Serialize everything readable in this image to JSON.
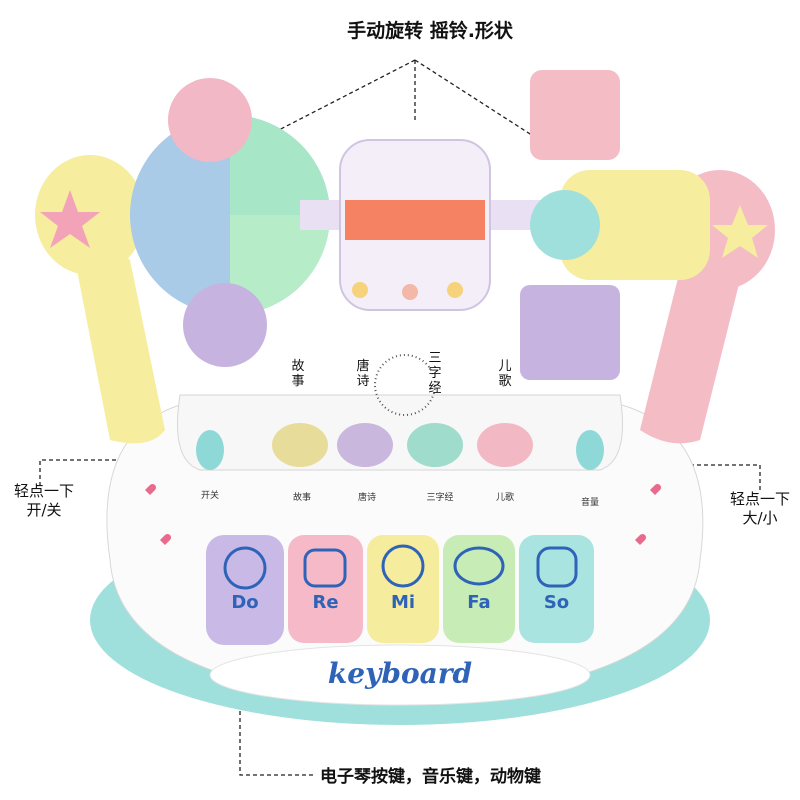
{
  "callouts": {
    "top": "手动旋转 摇铃.形状",
    "bottom": "电子琴按键，音乐键，动物键",
    "left_line1": "轻点一下",
    "left_line2": "开/关",
    "right_line1": "轻点一下",
    "right_line2": "大/小"
  },
  "function_buttons": [
    {
      "label": "故事",
      "color": "#e8dc9a"
    },
    {
      "label": "唐诗",
      "color": "#c9b7de"
    },
    {
      "label": "三字经",
      "color": "#9fdccc"
    },
    {
      "label": "儿歌",
      "color": "#f2b8c4"
    }
  ],
  "panel_labels": {
    "power": "开关",
    "story": "故事",
    "poem": "唐诗",
    "classic": "三字经",
    "song": "儿歌",
    "volume": "音量"
  },
  "keys": [
    {
      "note": "Do",
      "color": "#c9b9e6",
      "animal": "duck-icon"
    },
    {
      "note": "Re",
      "color": "#f5b9c8",
      "animal": "cat-icon"
    },
    {
      "note": "Mi",
      "color": "#f5ec9e",
      "animal": "dog-icon"
    },
    {
      "note": "Fa",
      "color": "#c7ecb5",
      "animal": "frog-icon"
    },
    {
      "note": "So",
      "color": "#a9e4e0",
      "animal": "cow-icon"
    }
  ],
  "brand": "keyboard",
  "colors": {
    "base_teal": "#9fe0dc",
    "body_white": "#fbfbfb",
    "handle_yellow": "#f6ed9f",
    "handle_pink": "#f4bcc5",
    "accent_pink": "#e86a8c",
    "key_text_blue": "#2e63b8"
  }
}
